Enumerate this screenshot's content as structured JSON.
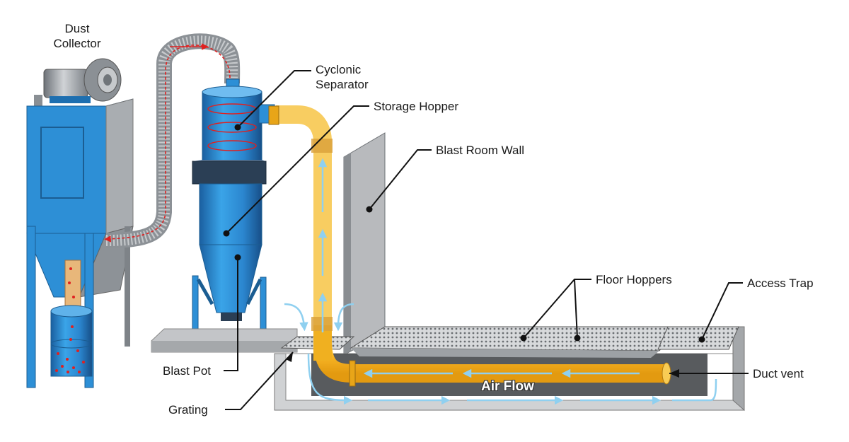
{
  "labels": {
    "dust_collector_line1": "Dust",
    "dust_collector_line2": "Collector",
    "cyclonic_line1": "Cyclonic",
    "cyclonic_line2": "Separator",
    "storage_hopper": "Storage Hopper",
    "blast_room_wall": "Blast Room Wall",
    "floor_hoppers": "Floor Hoppers",
    "access_trap": "Access Trap",
    "duct_vent": "Duct vent",
    "blast_pot": "Blast Pot",
    "grating": "Grating",
    "air_flow": "Air Flow"
  },
  "colors": {
    "equipment_blue": "#2d8fd6",
    "duct_yellow": "#f7b82a",
    "air_arrow": "#8fd0f0",
    "dust_red": "#e02020",
    "wall_gray": "#b8babd"
  }
}
